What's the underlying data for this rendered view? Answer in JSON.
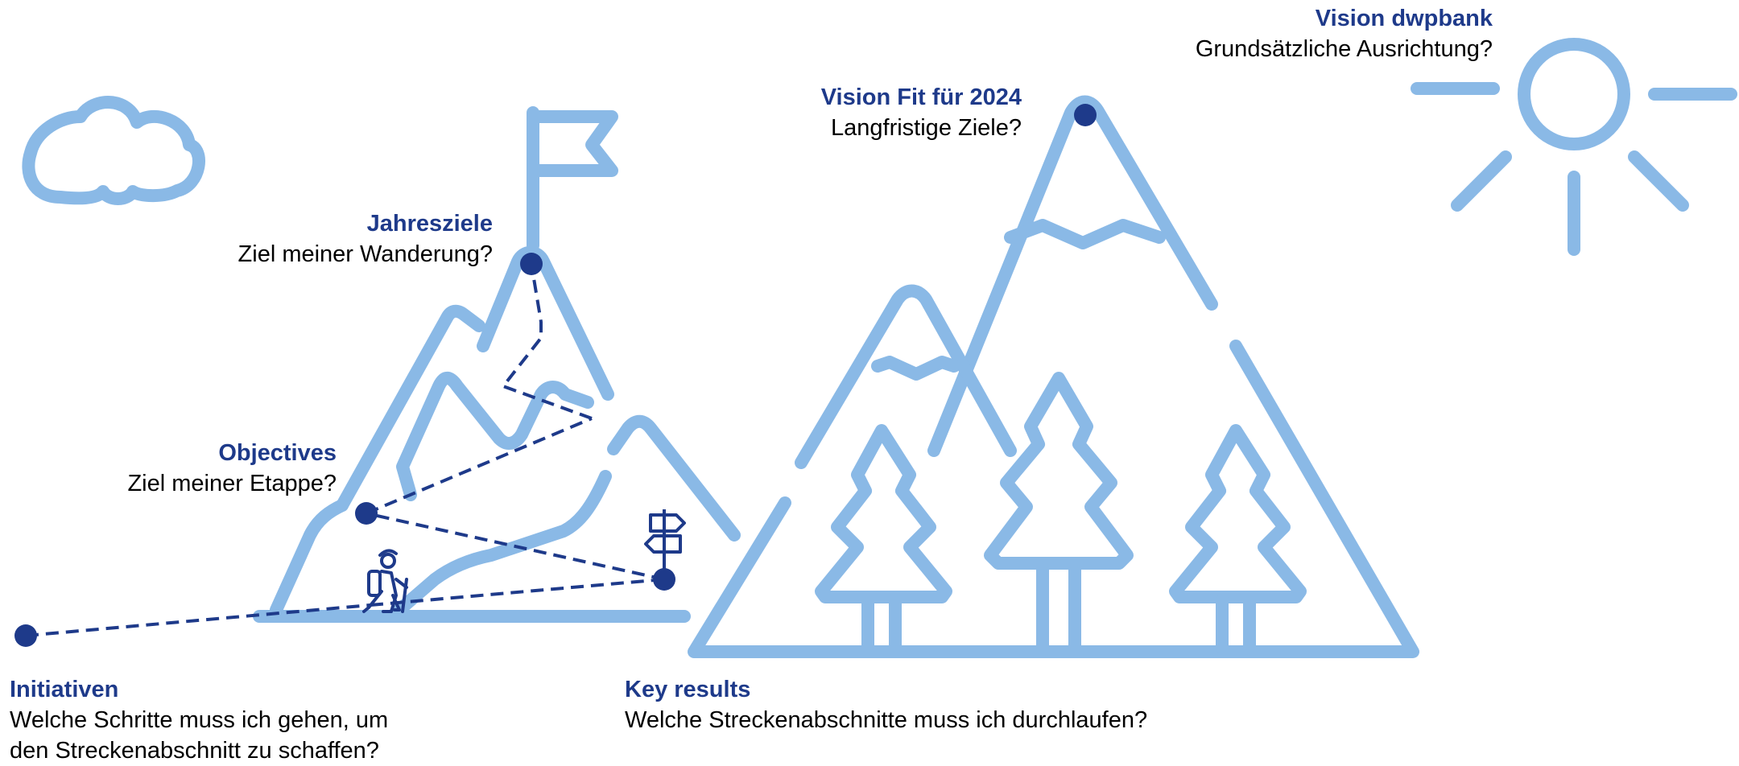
{
  "labels": {
    "vision_dwpbank": {
      "title": "Vision dwpbank",
      "text": "Grundsätzliche Ausrichtung?"
    },
    "vision_fit": {
      "title": "Vision Fit für 2024",
      "text": "Langfristige Ziele?"
    },
    "jahresziele": {
      "title": "Jahresziele",
      "text": "Ziel meiner Wanderung?"
    },
    "objectives": {
      "title": "Objectives",
      "text": "Ziel meiner Etappe?"
    },
    "initiativen": {
      "title": "Initiativen",
      "line1": "Welche Schritte muss ich gehen, um",
      "line2": "den Streckenabschnitt zu schaffen?"
    },
    "key_results": {
      "title": "Key results",
      "text": "Welche Streckenabschnitte muss ich durchlaufen?"
    }
  },
  "colors": {
    "light": "#8ab9e6",
    "dark": "#1e3a8a",
    "text": "#000000"
  },
  "icons": [
    "cloud-icon",
    "sun-icon",
    "flag-icon",
    "hiker-icon",
    "signpost-icon",
    "tree-icon"
  ]
}
